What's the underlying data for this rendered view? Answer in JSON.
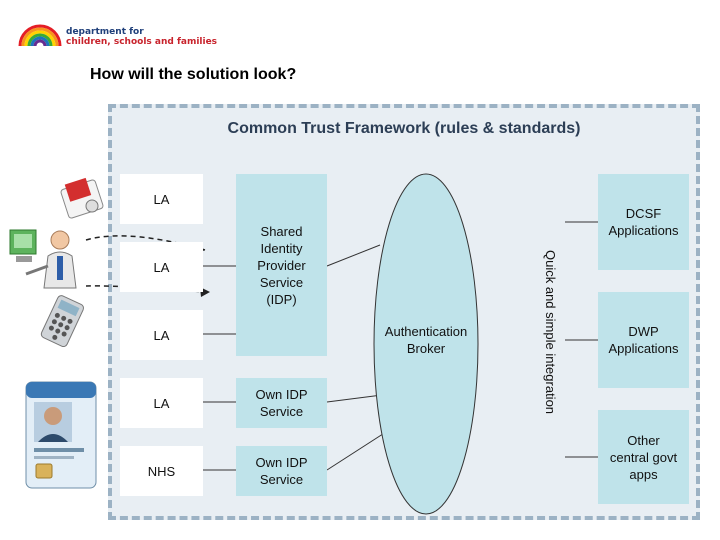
{
  "logo": {
    "line1": "department for",
    "line2": "children, schools and families"
  },
  "title": "How will the solution look?",
  "framework_title": "Common Trust Framework (rules & standards)",
  "la_boxes": [
    "LA",
    "LA",
    "LA",
    "LA"
  ],
  "nhs_box": "NHS",
  "idp": {
    "shared_lines": [
      "Shared",
      "Identity",
      "Provider",
      "Service",
      "(IDP)"
    ],
    "own1_lines": [
      "Own IDP",
      "Service"
    ],
    "own2_lines": [
      "Own IDP",
      "Service"
    ]
  },
  "broker_lines": [
    "Authentication",
    "Broker"
  ],
  "integration_label": "Quick and simple integration",
  "apps": {
    "dcsf_lines": [
      "DCSF",
      "Applications"
    ],
    "dwp_lines": [
      "DWP",
      "Applications"
    ],
    "other_lines": [
      "Other",
      "central govt",
      "apps"
    ]
  },
  "colors": {
    "frame_bg": "#e8eef3",
    "frame_border": "#9cb2c4",
    "teal": "#bfe3ea"
  },
  "icons": [
    "rainbow-logo-icon",
    "id-card-document-icon",
    "person-at-computer-icon",
    "calculator-keypad-icon",
    "photo-id-card-icon"
  ]
}
